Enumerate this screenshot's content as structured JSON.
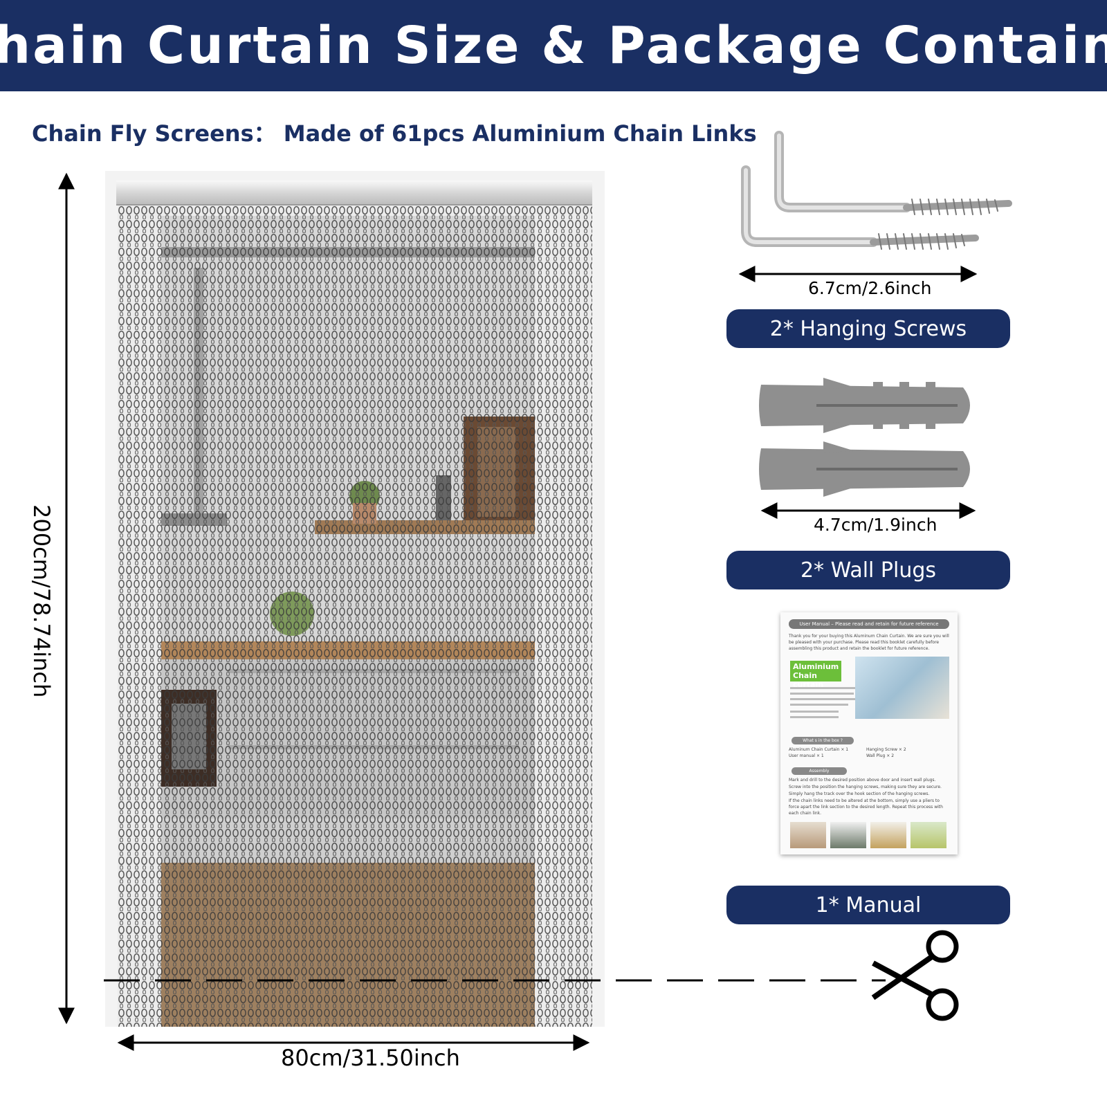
{
  "banner": {
    "title": "Chain Curtain Size & Package Contains"
  },
  "subtitle": "Chain Fly Screens： Made of 61pcs Aluminium Chain Links",
  "curtain": {
    "width_label": "80cm/31.50inch",
    "height_label": "200cm/78.74inch"
  },
  "items": [
    {
      "dimension": "6.7cm/2.6inch",
      "label": "2* Hanging Screws",
      "icon": "hanging-screw-icon"
    },
    {
      "dimension": "4.7cm/1.9inch",
      "label": "2* Wall Plugs",
      "icon": "wall-plug-icon"
    },
    {
      "label": "1* Manual",
      "icon": "manual-booklet"
    }
  ],
  "manual": {
    "header": "User Manual – Please read and retain for future reference",
    "intro": "Thank you for your buying this Aluminum Chain Curtain. We are sure you will be pleased with your purchase. Please read this booklet carefully before assembling this product and retain the booklet for future reference.",
    "brand": "Aluminium Chain curtain",
    "box_tag": "What  s in the box ?",
    "box_items": [
      "Aluminum Chain Curtain × 1",
      "User manual × 1",
      "Hanging Screw × 2",
      "Wall Plug × 2"
    ],
    "assembly_tag": "Assembly",
    "assembly_steps": [
      "Mark and drill to the desired position above door and insert wall plugs.",
      "Screw into the position the hanging screws, making sure they are secure.",
      "Simply hang the track over the hook section of the hanging screws.",
      "If the chain links need to be altered at the bottom, simply use a pliers to force apart the link section to the desired length. Repeat this process with each chain link."
    ]
  },
  "colors": {
    "banner": "#1a2f63",
    "pill": "#1a2f63",
    "text_accent": "#1a2f63"
  },
  "cut_icon": "scissors-icon"
}
